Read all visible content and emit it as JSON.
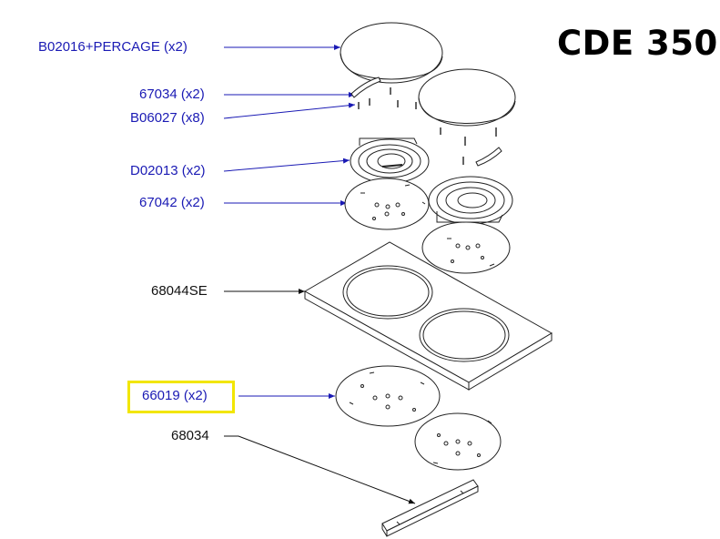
{
  "title": "CDE 350",
  "parts": [
    {
      "ref": "B02016+PERCAGE (x2)",
      "color": "#1a1ab4"
    },
    {
      "ref": "67034 (x2)",
      "color": "#1a1ab4"
    },
    {
      "ref": "B06027 (x8)",
      "color": "#1a1ab4"
    },
    {
      "ref": "D02013 (x2)",
      "color": "#1a1ab4"
    },
    {
      "ref": "67042 (x2)",
      "color": "#1a1ab4"
    },
    {
      "ref": "68044SE",
      "color": "#111111"
    },
    {
      "ref": "66019 (x2)",
      "color": "#1a1ab4",
      "highlighted": true
    },
    {
      "ref": "68034",
      "color": "#111111"
    }
  ],
  "highlight_color": "#f2e600"
}
